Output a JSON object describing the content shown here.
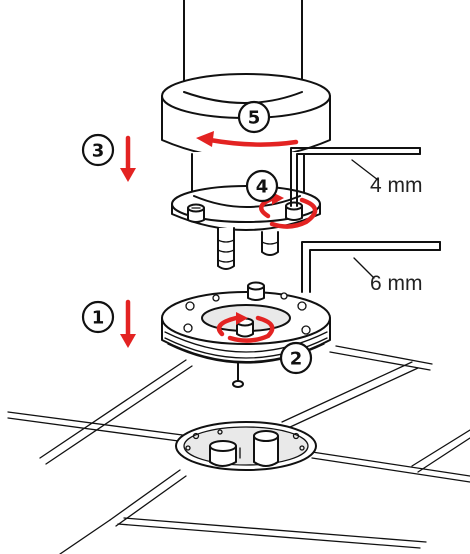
{
  "steps": {
    "s1": "1",
    "s2": "2",
    "s3": "3",
    "s4": "4",
    "s5": "5"
  },
  "labels": {
    "wrench_small": "4 mm",
    "wrench_large": "6 mm"
  },
  "colors": {
    "arrow": "#e32322",
    "line": "#111111"
  }
}
